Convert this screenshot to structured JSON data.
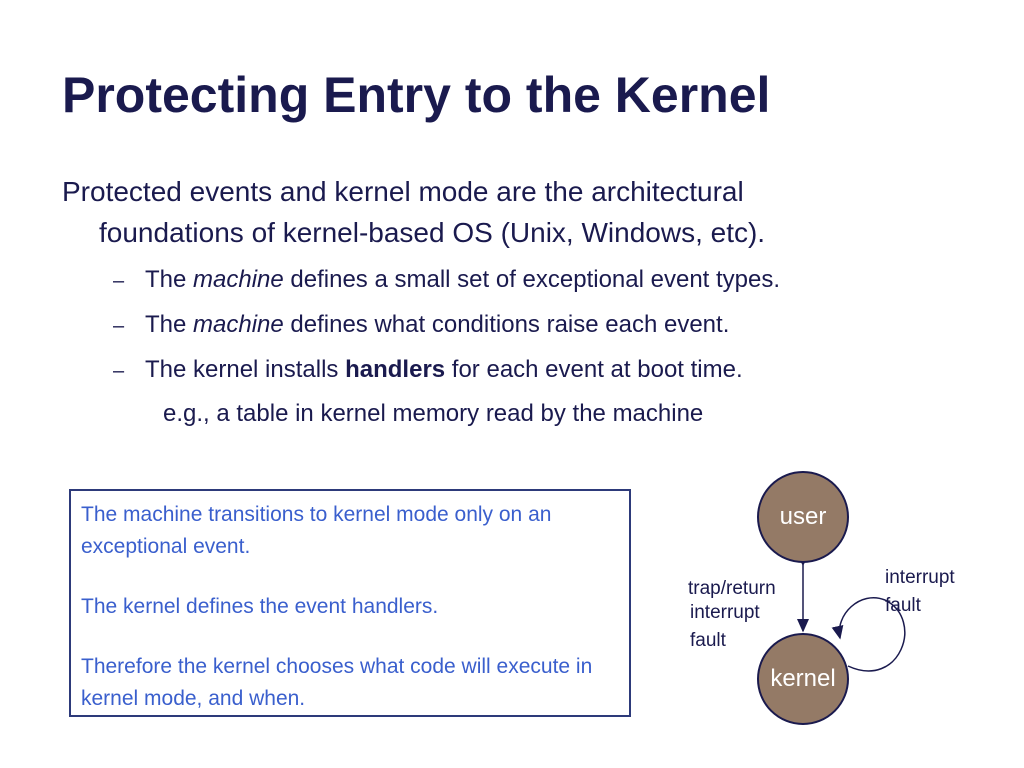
{
  "slide": {
    "title": "Protecting Entry to the Kernel",
    "intro_line1": "Protected events and kernel mode are the architectural",
    "intro_line2": "foundations of kernel-based OS (Unix, Windows, etc).",
    "bullets": [
      {
        "dash": "–",
        "pre": "The ",
        "emph": "machine",
        "post": " defines a small set of exceptional event types."
      },
      {
        "dash": "–",
        "pre": "The ",
        "emph": "machine",
        "post": " defines what conditions raise each event."
      },
      {
        "dash": "–",
        "pre": "The kernel installs ",
        "strong": "handlers",
        "post": " for each event at boot time."
      }
    ],
    "sub_note": "e.g., a table in kernel memory read by the machine"
  },
  "callout": {
    "p1": "The machine transitions to kernel mode only on an exceptional event.",
    "p2": "The kernel defines the event handlers.",
    "p3": "Therefore the kernel chooses what code will execute in kernel mode, and when."
  },
  "diagram": {
    "user_node": "user",
    "kernel_node": "kernel",
    "edge_labels_left": [
      "trap/return",
      "interrupt",
      "fault"
    ],
    "edge_labels_right": [
      "interrupt",
      "fault"
    ],
    "node_color": "#947a66",
    "text_color": "#1a1a4e",
    "callout_text_color": "#3a5fcd"
  }
}
